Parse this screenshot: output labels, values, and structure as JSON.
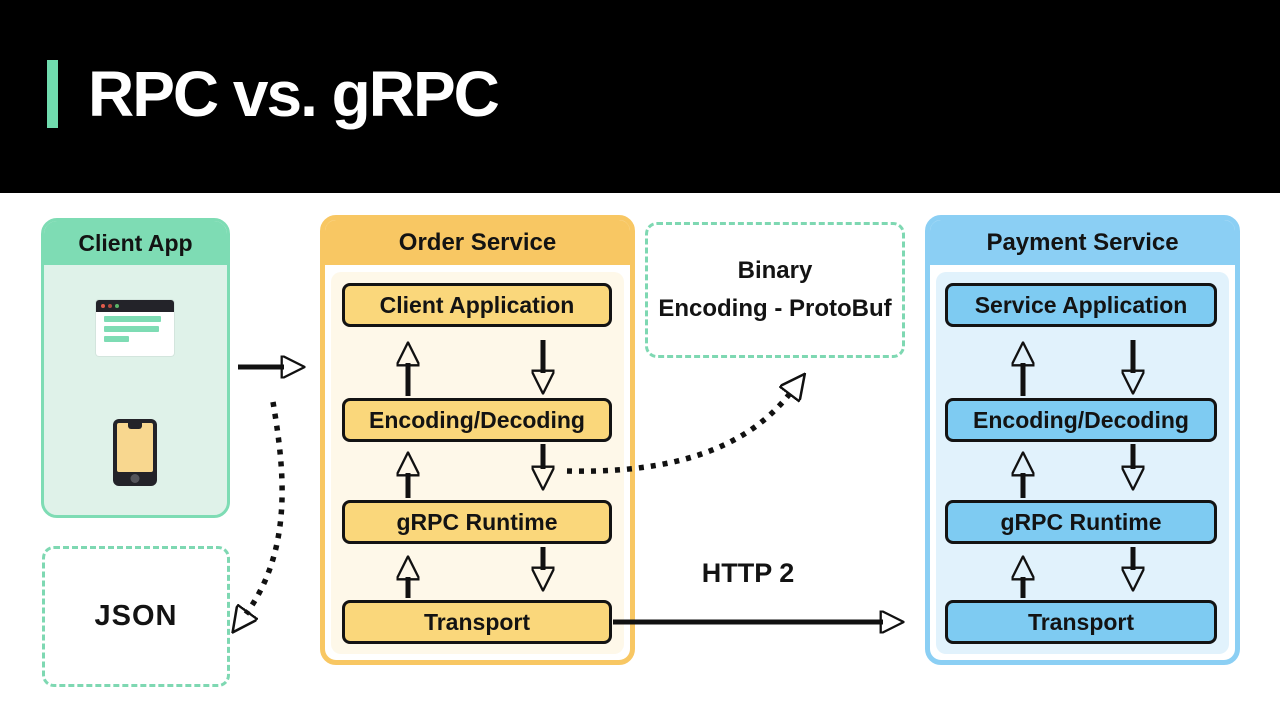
{
  "title": "RPC vs. gRPC",
  "colors": {
    "accent_teal": "#70DBAE",
    "client_header": "#7EDCB4",
    "client_body": "#DFF2E9",
    "dashed_border": "#7ED8B2",
    "order_header": "#F8C763",
    "order_body": "#FEF8E9",
    "order_box": "#FAD77B",
    "payment_header": "#8BCFF4",
    "payment_body": "#E1F2FC",
    "payment_box": "#7ECBF2"
  },
  "client_app": {
    "title": "Client App",
    "icons": [
      {
        "name": "browser-window-icon"
      },
      {
        "name": "smartphone-icon"
      }
    ]
  },
  "json_box": {
    "label": "JSON"
  },
  "binary_box": {
    "line1": "Binary",
    "line2": "Encoding - ProtoBuf"
  },
  "order_service": {
    "title": "Order Service",
    "layers": [
      "Client Application",
      "Encoding/Decoding",
      "gRPC Runtime",
      "Transport"
    ]
  },
  "payment_service": {
    "title": "Payment Service",
    "layers": [
      "Service Application",
      "Encoding/Decoding",
      "gRPC Runtime",
      "Transport"
    ]
  },
  "http_label": "HTTP 2"
}
